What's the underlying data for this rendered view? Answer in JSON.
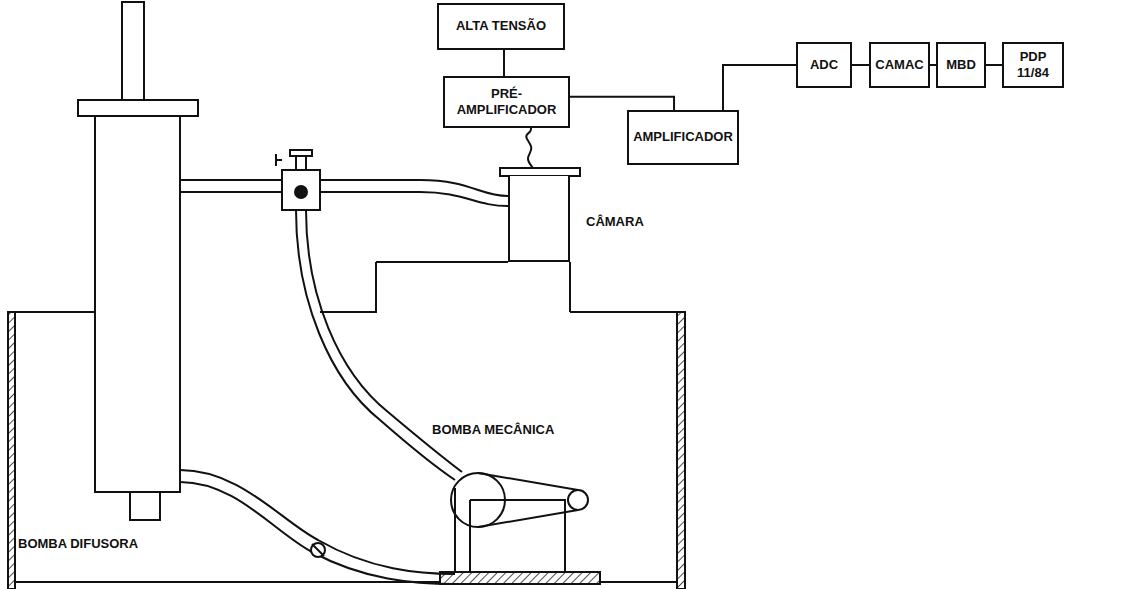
{
  "diagram": {
    "nodes": [
      {
        "text": [
          "ALTA TENSÃO"
        ]
      },
      {
        "text": [
          "PRÉ- AMPLIFICADOR"
        ]
      },
      {
        "text": [
          "AMPLIFICADOR"
        ]
      },
      {
        "text": [
          "ADC"
        ]
      },
      {
        "text": [
          "CAMAC"
        ]
      },
      {
        "text": [
          "MBD"
        ]
      },
      {
        "text": [
          "PDP 11/84"
        ]
      },
      {
        "text": [
          "CÂMARA"
        ]
      }
    ],
    "edges": [
      {
        "from": 0,
        "to": 1,
        "arrow": "none"
      },
      {
        "from": 7,
        "to": 1,
        "arrow": "none"
      },
      {
        "from": 1,
        "to": 2,
        "arrow": "none"
      },
      {
        "from": 2,
        "to": 3,
        "arrow": "none"
      },
      {
        "from": 3,
        "to": 4,
        "arrow": "none"
      },
      {
        "from": 4,
        "to": 5,
        "arrow": "none"
      },
      {
        "from": 5,
        "to": 6,
        "arrow": "none"
      }
    ],
    "labels": [
      "BOMBA MECÂNICA",
      "BOMBA DIFUSORA"
    ]
  }
}
